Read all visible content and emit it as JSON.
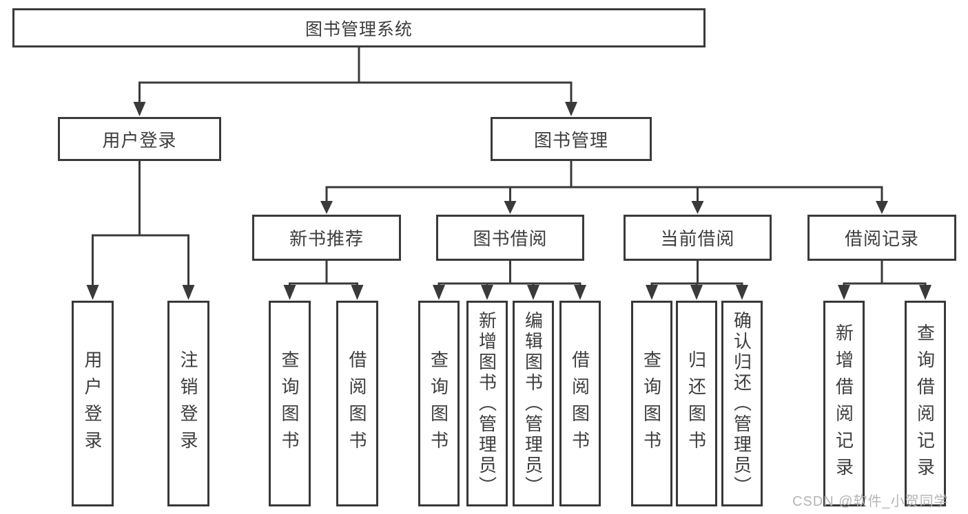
{
  "nodes": {
    "root": "图书管理系统",
    "user_login": "用户登录",
    "book_mgmt": "图书管理",
    "new_books": "新书推荐",
    "book_borrow": "图书借阅",
    "current_borrow": "当前借阅",
    "borrow_records": "借阅记录",
    "leaf_user_login": "用户登录",
    "leaf_logout": "注销登录",
    "leaf_nb_query": "查询图书",
    "leaf_nb_borrow": "借阅图书",
    "leaf_bb_query": "查询图书",
    "leaf_bb_add": "新增图书（管理员）",
    "leaf_bb_edit": "编辑图书（管理员）",
    "leaf_bb_borrow": "借阅图书",
    "leaf_cb_query": "查询图书",
    "leaf_cb_return": "归还图书",
    "leaf_cb_confirm": "确认归还（管理员）",
    "leaf_br_add": "新增借阅记录",
    "leaf_br_query": "查询借阅记录"
  },
  "watermark": "CSDN @软件_小贺同学",
  "colors": {
    "line": "#3a3a3a",
    "text": "#3d3d3d",
    "background": "#ffffff",
    "watermark": "#b4b4b4"
  }
}
